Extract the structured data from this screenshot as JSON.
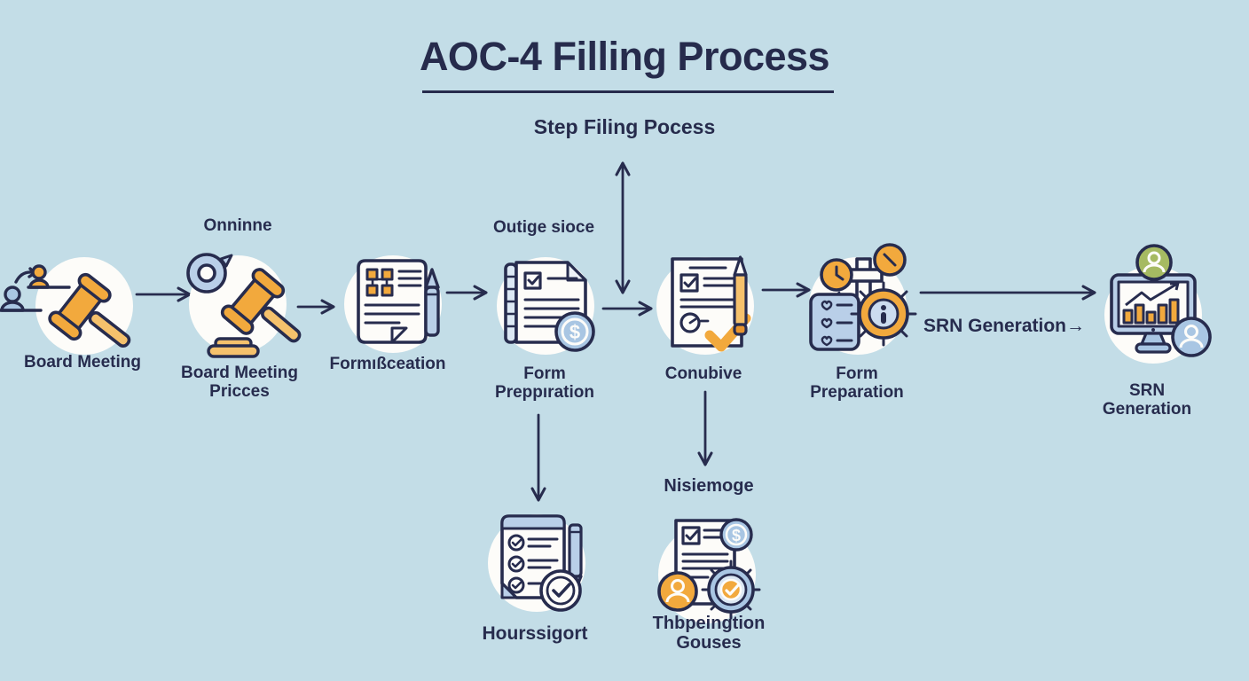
{
  "header": {
    "title": "AOC-4 Filling Process",
    "subtitle": "Step Filing Pocess"
  },
  "flow": {
    "steps": [
      {
        "label": "Board Meeting"
      },
      {
        "top_label": "Onninne",
        "label_line1": "Board Meeting",
        "label_line2": "Pricces"
      },
      {
        "label": "Formıßceation"
      },
      {
        "top_label": "Outige sioce",
        "label_line1": "Form",
        "label_line2": "Preppıration"
      },
      {
        "label": "Conubive"
      },
      {
        "label_line1": "Form",
        "label_line2": "Preparation"
      },
      {
        "label": "SRN Generation→"
      },
      {
        "label_line1": "SRN",
        "label_line2": "Generation"
      }
    ],
    "branches": [
      {
        "label": "Hourssigort"
      },
      {
        "top_label": "Nisiemoge",
        "label_line1": "Thbpeingtion",
        "label_line2": "Gouses"
      }
    ]
  },
  "icons": {
    "dollar": "$",
    "names": [
      "people-exchange-icon",
      "gavel-icon",
      "speech-spiral-icon",
      "gavel-block-icon",
      "document-pen-icon",
      "document-dollar-icon",
      "document-check-pencil-icon",
      "checklist-gear-info-icon",
      "monitor-chart-icon",
      "checklist-clock-icon",
      "document-person-gauge-icon"
    ]
  },
  "colors": {
    "background": "#c3dde7",
    "ink": "#272c4e",
    "orange": "#f2a93d",
    "orange_light": "#f5c16c",
    "blue_light": "#b9cfe8",
    "blue_mid": "#a9c6e3",
    "green": "#a6ba62",
    "disc_white": "#fdfcf9"
  }
}
